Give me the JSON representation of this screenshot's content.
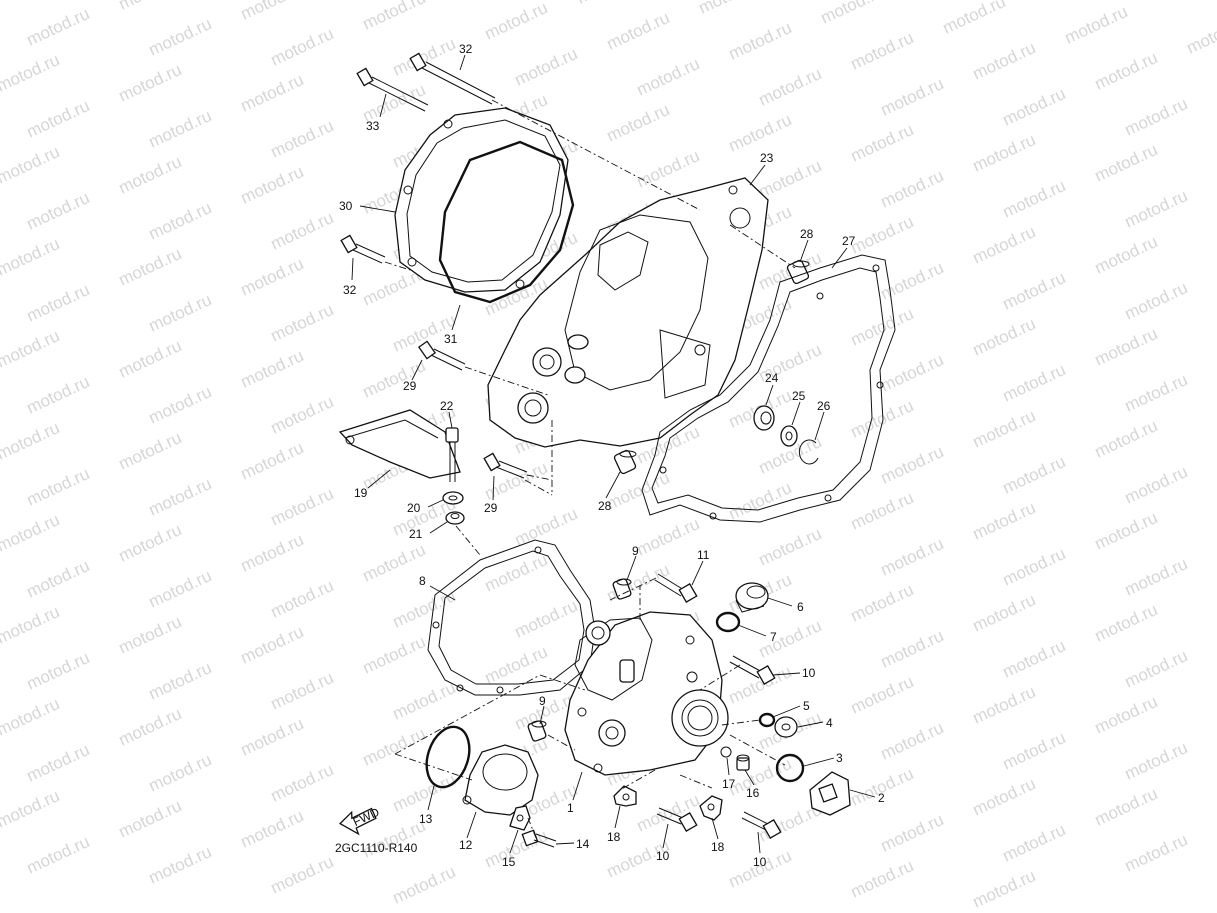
{
  "diagram": {
    "diagram_code": "2GC1110-R140",
    "fwd_label": "FWD",
    "watermark_text": "motod.ru",
    "callouts": [
      {
        "id": "c32a",
        "text": "32"
      },
      {
        "id": "c33",
        "text": "33"
      },
      {
        "id": "c30",
        "text": "30"
      },
      {
        "id": "c32b",
        "text": "32"
      },
      {
        "id": "c31",
        "text": "31"
      },
      {
        "id": "c23",
        "text": "23"
      },
      {
        "id": "c28a",
        "text": "28"
      },
      {
        "id": "c27",
        "text": "27"
      },
      {
        "id": "c29a",
        "text": "29"
      },
      {
        "id": "c24",
        "text": "24"
      },
      {
        "id": "c25",
        "text": "25"
      },
      {
        "id": "c26",
        "text": "26"
      },
      {
        "id": "c22",
        "text": "22"
      },
      {
        "id": "c19",
        "text": "19"
      },
      {
        "id": "c20",
        "text": "20"
      },
      {
        "id": "c29b",
        "text": "29"
      },
      {
        "id": "c28b",
        "text": "28"
      },
      {
        "id": "c21",
        "text": "21"
      },
      {
        "id": "c9a",
        "text": "9"
      },
      {
        "id": "c11",
        "text": "11"
      },
      {
        "id": "c8",
        "text": "8"
      },
      {
        "id": "c6",
        "text": "6"
      },
      {
        "id": "c7",
        "text": "7"
      },
      {
        "id": "c10a",
        "text": "10"
      },
      {
        "id": "c5",
        "text": "5"
      },
      {
        "id": "c4",
        "text": "4"
      },
      {
        "id": "c9b",
        "text": "9"
      },
      {
        "id": "c3",
        "text": "3"
      },
      {
        "id": "c17",
        "text": "17"
      },
      {
        "id": "c16",
        "text": "16"
      },
      {
        "id": "c2",
        "text": "2"
      },
      {
        "id": "c1",
        "text": "1"
      },
      {
        "id": "c13",
        "text": "13"
      },
      {
        "id": "c12",
        "text": "12"
      },
      {
        "id": "c14",
        "text": "14"
      },
      {
        "id": "c15",
        "text": "15"
      },
      {
        "id": "c18a",
        "text": "18"
      },
      {
        "id": "c18b",
        "text": "18"
      },
      {
        "id": "c10b",
        "text": "10"
      },
      {
        "id": "c10c",
        "text": "10"
      }
    ]
  }
}
